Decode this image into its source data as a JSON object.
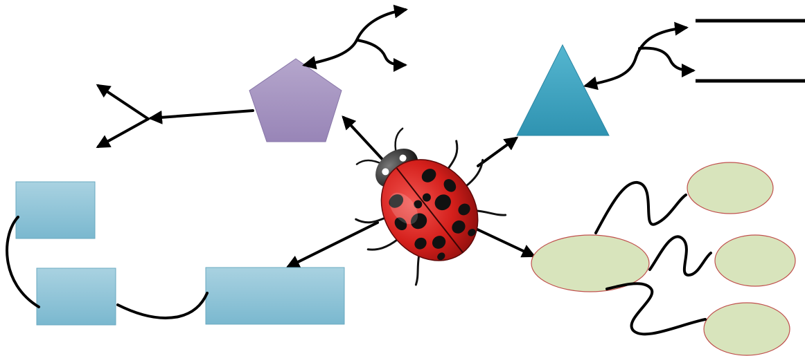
{
  "diagram": {
    "central_node": "ladybug",
    "colors": {
      "pentagon": "#a896c2",
      "triangle": "#3fa3c0",
      "boxes": "#8cc3d6",
      "ovals": "#d8e4bc",
      "oval_border": "#c0504d",
      "ladybug_red": "#d9231f",
      "ladybug_black": "#111111"
    },
    "nodes": [
      {
        "id": "pentagon",
        "shape": "pentagon"
      },
      {
        "id": "triangle",
        "shape": "triangle"
      },
      {
        "id": "box-large",
        "shape": "rectangle"
      },
      {
        "id": "box-top-left",
        "shape": "rectangle"
      },
      {
        "id": "box-bottom-left",
        "shape": "rectangle"
      },
      {
        "id": "oval-main",
        "shape": "ellipse"
      },
      {
        "id": "oval-top",
        "shape": "ellipse"
      },
      {
        "id": "oval-middle",
        "shape": "ellipse"
      },
      {
        "id": "oval-bottom",
        "shape": "ellipse"
      },
      {
        "id": "line-top-right",
        "shape": "line"
      },
      {
        "id": "line-bottom-right",
        "shape": "line"
      }
    ]
  }
}
